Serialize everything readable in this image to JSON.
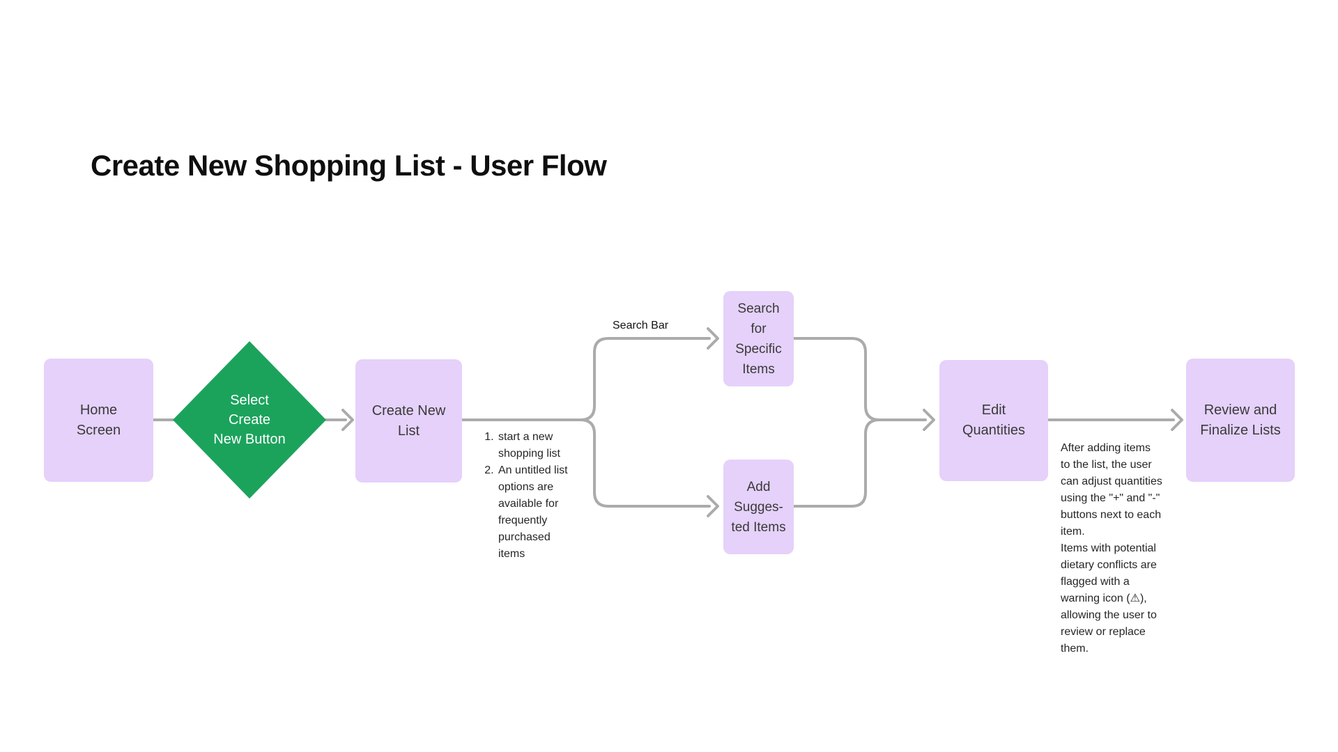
{
  "title": "Create New Shopping List - User Flow",
  "colors": {
    "background": "#ffffff",
    "node_fill": "#e5d1fa",
    "node_text": "#3a3a3a",
    "diamond_fill": "#1ba35c",
    "diamond_text": "#ffffff",
    "connector": "#ababab",
    "annotation_text": "#262626"
  },
  "nodes": {
    "home": {
      "label": "Home\nScreen"
    },
    "select_create": {
      "label": "Select\nCreate\nNew Button"
    },
    "create_new_list": {
      "label": "Create New\nList"
    },
    "search_specific": {
      "label": "Search\nfor\nSpecific\nItems"
    },
    "add_suggested": {
      "label": "Add\nSugges-\nted Items"
    },
    "edit_quantities": {
      "label": "Edit\nQuantities"
    },
    "review_finalize": {
      "label": "Review and\nFinalize Lists"
    }
  },
  "edge_labels": {
    "search_bar": "Search Bar"
  },
  "annotations": {
    "create_list_notes": {
      "items": [
        "start a new shopping list",
        "An untitled list options are available for frequently purchased items"
      ]
    },
    "edit_quantities_note": "After adding items\nto the list, the user\ncan adjust quantities\nusing the \"+\" and \"-\"\nbuttons next to each\nitem.\nItems with potential\ndietary conflicts are\nflagged with a\nwarning icon (⚠),\nallowing the user to\nreview or replace\nthem."
  }
}
